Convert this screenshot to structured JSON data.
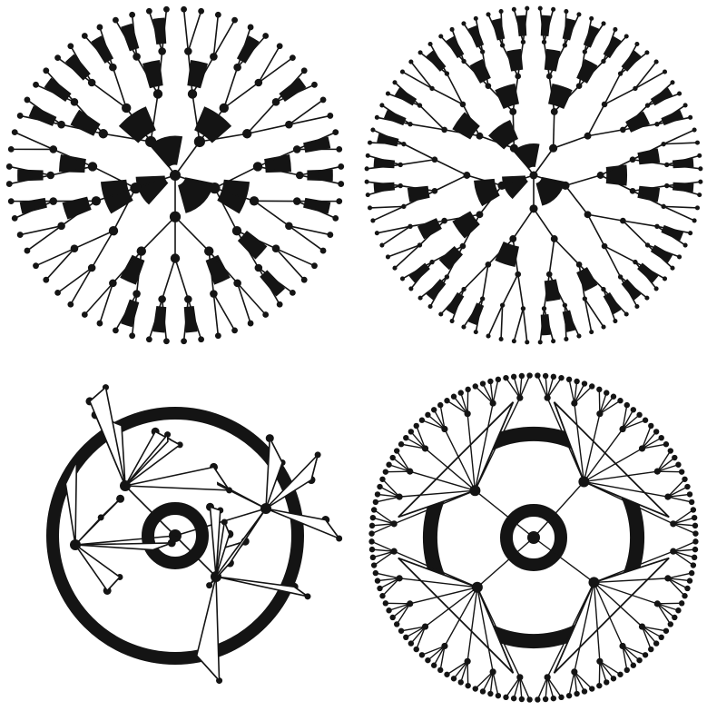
{
  "colors": {
    "ink": "#141414",
    "paper": "#ffffff"
  },
  "panels": [
    {
      "id": "regular-tree-a",
      "kind": "regular",
      "branching": [
        5,
        3,
        2,
        2
      ],
      "dot_scale": 1.0
    },
    {
      "id": "regular-tree-b",
      "kind": "regular",
      "branching": [
        5,
        2,
        2,
        2,
        2
      ],
      "dot_scale": 0.7
    },
    {
      "id": "sparse-network",
      "kind": "scattered",
      "clusters": 3
    },
    {
      "id": "fan-tree",
      "kind": "fan",
      "branching": [
        4,
        3,
        3,
        2
      ]
    }
  ]
}
